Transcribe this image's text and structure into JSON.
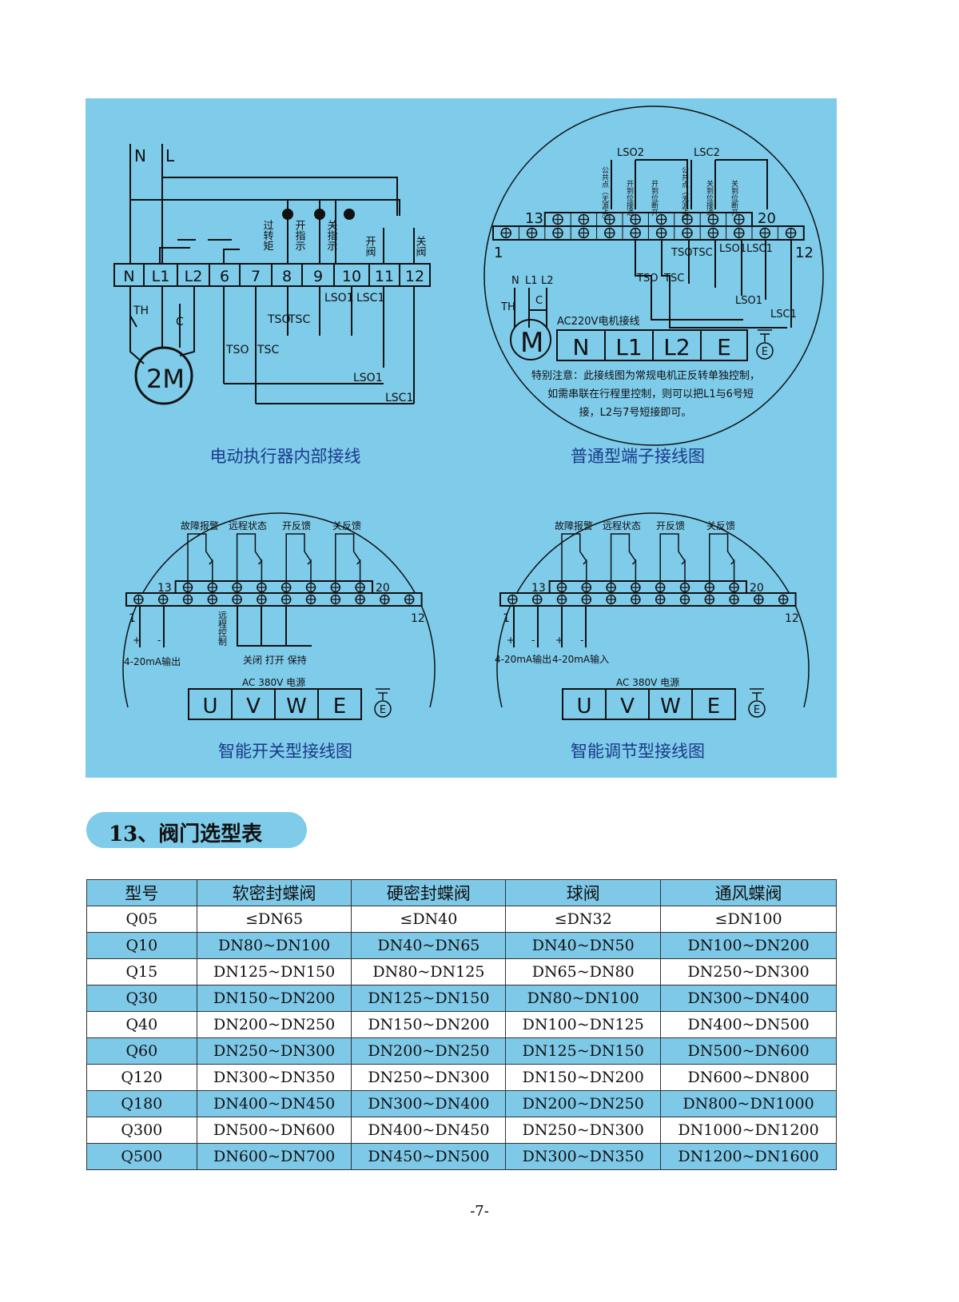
{
  "diagrams": {
    "internal": {
      "caption": "电动执行器内部接线",
      "supply": [
        "N",
        "L"
      ],
      "terminals": [
        "N",
        "L1",
        "L2",
        "6",
        "7",
        "8",
        "9",
        "10",
        "11",
        "12"
      ],
      "lamp_labels": [
        "过转矩",
        "开指示",
        "关指示"
      ],
      "valve_labels": [
        "开阀",
        "关阀"
      ],
      "motor": "2M",
      "th": "TH",
      "c": "C",
      "switches": [
        "TSO",
        "TSC",
        "TSO",
        "TSC",
        "LSO1",
        "LSC1",
        "LSO1",
        "LSC1"
      ]
    },
    "standard": {
      "caption": "普通型端子接线图",
      "num_13": "13",
      "num_20": "20",
      "num_1": "1",
      "num_12": "12",
      "lso2": "LSO2",
      "lsc2": "LSC2",
      "vertical_labels": [
        "公共点（无源点）",
        "开到位接通",
        "开到位断开",
        "公共点（无源点）",
        "关到位接通",
        "关到位断开"
      ],
      "switch_labels": [
        "TSO",
        "TSC",
        "TSOTSC",
        "LSO1",
        "LSC1",
        "LSO1",
        "LSC1"
      ],
      "motor_terms": [
        "N",
        "L1",
        "L2"
      ],
      "th": "TH",
      "c": "C",
      "motor": "M",
      "ac_label": "AC220V电机接线",
      "boxes": [
        "N",
        "L1",
        "L2",
        "E"
      ],
      "ground": "E",
      "note": [
        "特别注意：此接线图为常规电机正反转单独控制，",
        "如需串联在行程里控制，则可以把L1与6号短",
        "接，L2与7号短接即可。"
      ]
    },
    "smart_switch": {
      "caption": "智能开关型接线图",
      "top_labels": [
        "故障报警",
        "远程状态",
        "开反馈",
        "关反馈"
      ],
      "num_13": "13",
      "num_20": "20",
      "num_1": "1",
      "num_12": "12",
      "plus": "+",
      "minus": "-",
      "output": "4-20mA输出",
      "remote": "远程控制",
      "bottom": "关闭 打开 保持",
      "power": "AC 380V 电源",
      "boxes": [
        "U",
        "V",
        "W",
        "E"
      ],
      "ground": "E"
    },
    "smart_regulate": {
      "caption": "智能调节型接线图",
      "top_labels": [
        "故障报警",
        "远程状态",
        "开反馈",
        "关反馈"
      ],
      "num_13": "13",
      "num_20": "20",
      "num_1": "1",
      "num_12": "12",
      "signs": [
        "+",
        "-",
        "+",
        "-"
      ],
      "output": "4-20mA输出",
      "input": "4-20mA输入",
      "power": "AC 380V 电源",
      "boxes": [
        "U",
        "V",
        "W",
        "E"
      ],
      "ground": "E"
    }
  },
  "section": {
    "title": "13、阀门选型表"
  },
  "table": {
    "headers": [
      "型号",
      "软密封蝶阀",
      "硬密封蝶阀",
      "球阀",
      "通风蝶阀"
    ],
    "rows": [
      [
        "Q05",
        "≤DN65",
        "≤DN40",
        "≤DN32",
        "≤DN100"
      ],
      [
        "Q10",
        "DN80~DN100",
        "DN40~DN65",
        "DN40~DN50",
        "DN100~DN200"
      ],
      [
        "Q15",
        "DN125~DN150",
        "DN80~DN125",
        "DN65~DN80",
        "DN250~DN300"
      ],
      [
        "Q30",
        "DN150~DN200",
        "DN125~DN150",
        "DN80~DN100",
        "DN300~DN400"
      ],
      [
        "Q40",
        "DN200~DN250",
        "DN150~DN200",
        "DN100~DN125",
        "DN400~DN500"
      ],
      [
        "Q60",
        "DN250~DN300",
        "DN200~DN250",
        "DN125~DN150",
        "DN500~DN600"
      ],
      [
        "Q120",
        "DN300~DN350",
        "DN250~DN300",
        "DN150~DN200",
        "DN600~DN800"
      ],
      [
        "Q180",
        "DN400~DN450",
        "DN300~DN400",
        "DN200~DN250",
        "DN800~DN1000"
      ],
      [
        "Q300",
        "DN500~DN600",
        "DN400~DN450",
        "DN250~DN300",
        "DN1000~DN1200"
      ],
      [
        "Q500",
        "DN600~DN700",
        "DN450~DN500",
        "DN300~DN350",
        "DN1200~DN1600"
      ]
    ]
  },
  "page_number": "-7-"
}
